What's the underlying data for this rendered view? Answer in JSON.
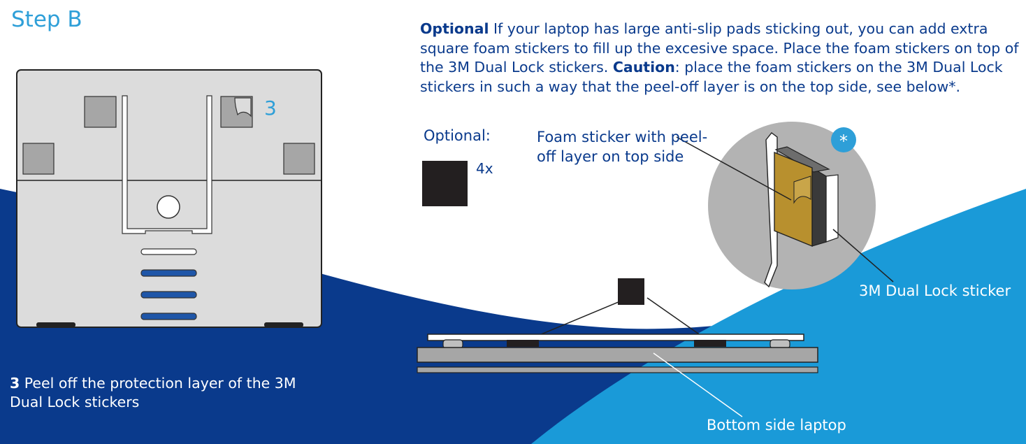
{
  "step_title": "Step B",
  "optional_text": {
    "lead": "Optional",
    "part1": " If your laptop has large anti-slip pads sticking out, you can add extra square foam stickers to fill up the excesive space. Place the foam stickers on top of the 3M Dual Lock stickers. ",
    "caution": "Caution",
    "part2": ": place the foam stickers on the 3M Dual Lock stickers in such a way that the peel-off layer is on the top side, see below*."
  },
  "optional_label": "Optional:",
  "quantity": "4x",
  "foam_label": "Foam sticker with peel-off layer on top side",
  "dual_lock_label": "3M Dual Lock sticker",
  "bottom_label": "Bottom side laptop",
  "callout_number": "3",
  "asterisk": "*",
  "step3": {
    "num": "3",
    "text": " Peel off the protection layer of the 3M Dual Lock stickers"
  },
  "colors": {
    "dark_blue": "#0a3a8c",
    "bright_blue": "#1a9ad8",
    "light_blue": "#2e9fd8",
    "stand_gray": "#dcdcdc",
    "foam_black": "#231f20",
    "sticker_tan": "#b8902e"
  }
}
